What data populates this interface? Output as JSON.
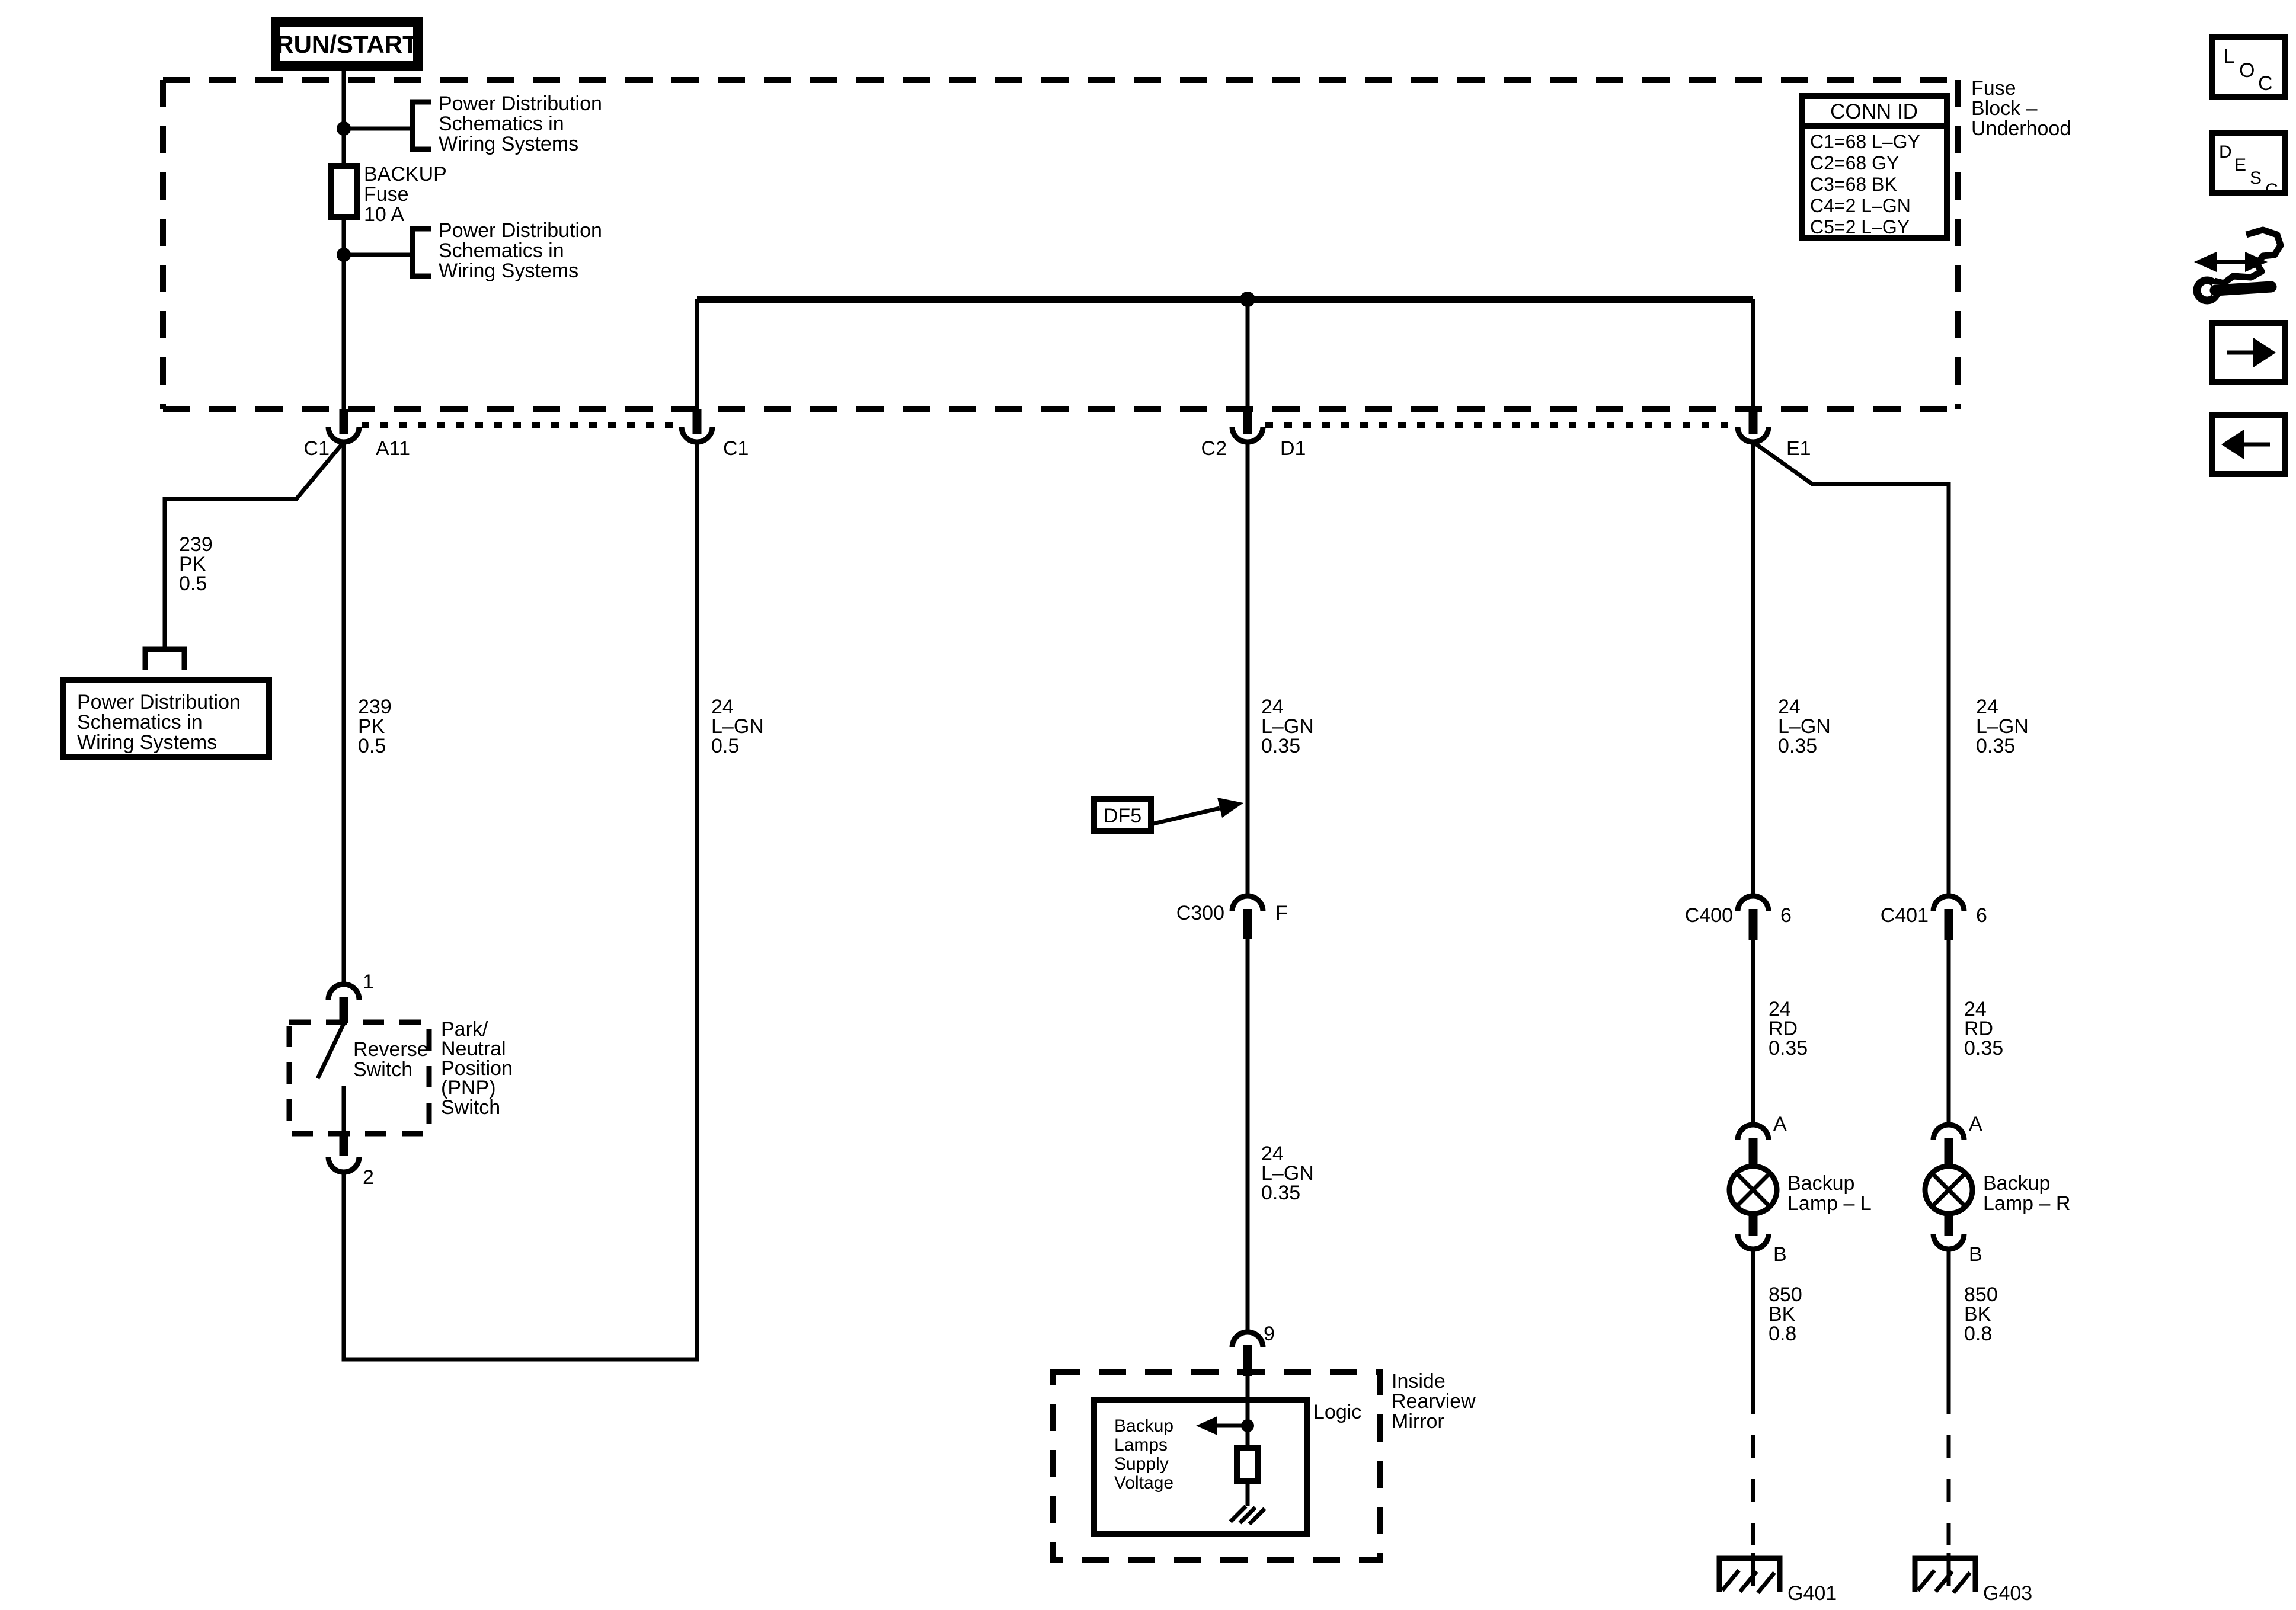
{
  "ignition": {
    "label": "RUN/START"
  },
  "fuse_block": {
    "label": [
      "Fuse",
      "Block –",
      "Underhood"
    ],
    "conn_id_header": "CONN ID",
    "conn_id_rows": [
      "C1=68 L–GY",
      "C2=68 GY",
      "C3=68 BK",
      "C4=2 L–GN",
      "C5=2 L–GY"
    ],
    "fuse": [
      "BACKUP",
      "Fuse",
      "10 A"
    ]
  },
  "refs": {
    "power_dist": [
      "Power Distribution",
      "Schematics in",
      "Wiring Systems"
    ]
  },
  "connectors": {
    "c1": "C1",
    "a11": "A11",
    "c2": "C2",
    "d1": "D1",
    "e1": "E1",
    "c300": "C300",
    "f": "F",
    "c400": "C400",
    "c401": "C401",
    "six": "6",
    "pin_a": "A",
    "pin_b": "B",
    "pin_9": "9",
    "pin_1": "1",
    "pin_2": "2"
  },
  "wires": {
    "w239": [
      "239",
      "PK",
      "0.5"
    ],
    "w24_lgn_05": [
      "24",
      "L–GN",
      "0.5"
    ],
    "w24_lgn_035": [
      "24",
      "L–GN",
      "0.35"
    ],
    "w24_rd_035": [
      "24",
      "RD",
      "0.35"
    ],
    "w850_bk_08": [
      "850",
      "BK",
      "0.8"
    ]
  },
  "switch": {
    "name": [
      "Reverse",
      "Switch"
    ],
    "pnp_label": [
      "Park/",
      "Neutral",
      "Position",
      "(PNP)",
      "Switch"
    ]
  },
  "df5": {
    "label": "DF5"
  },
  "lamps": {
    "left": [
      "Backup",
      "Lamp – L"
    ],
    "right": [
      "Backup",
      "Lamp – R"
    ]
  },
  "mirror": {
    "title": [
      "Inside",
      "Rearview",
      "Mirror"
    ],
    "logic": "Logic",
    "signal": [
      "Backup",
      "Lamps",
      "Supply",
      "Voltage"
    ]
  },
  "grounds": {
    "left": "G401",
    "right": "G403"
  },
  "toolbar": {
    "loc": [
      "L",
      "O",
      "C"
    ],
    "desc": [
      "D",
      "E",
      "S",
      "C"
    ]
  }
}
